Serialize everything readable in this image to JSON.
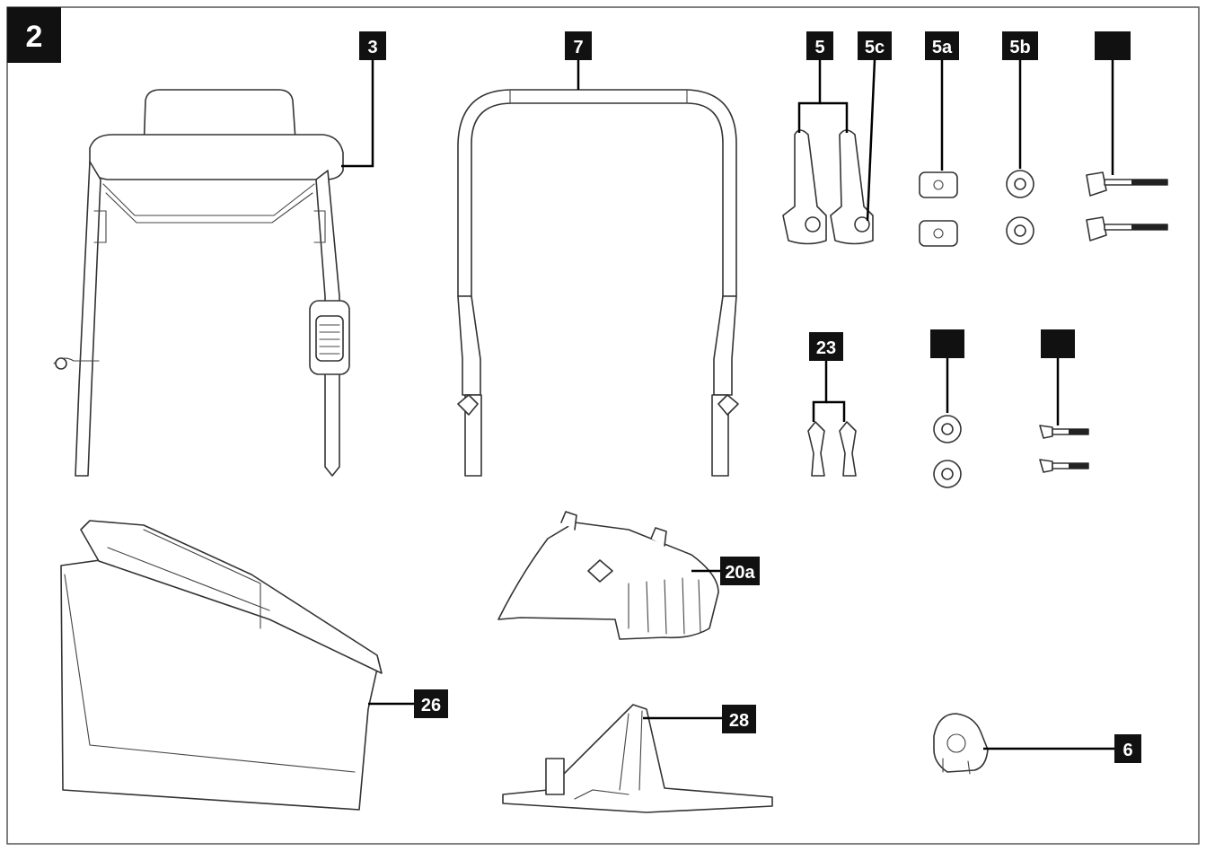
{
  "figure": {
    "number": "2"
  },
  "labels": [
    {
      "id": "3",
      "text": "3"
    },
    {
      "id": "7",
      "text": "7"
    },
    {
      "id": "5",
      "text": "5"
    },
    {
      "id": "5c",
      "text": "5c"
    },
    {
      "id": "5a",
      "text": "5a"
    },
    {
      "id": "5b",
      "text": "5b"
    },
    {
      "id": "knob-bolt",
      "text": ""
    },
    {
      "id": "23",
      "text": "23"
    },
    {
      "id": "washer",
      "text": ""
    },
    {
      "id": "bolt",
      "text": ""
    },
    {
      "id": "20a",
      "text": "20a"
    },
    {
      "id": "26",
      "text": "26"
    },
    {
      "id": "28",
      "text": "28"
    },
    {
      "id": "6",
      "text": "6"
    }
  ],
  "colors": {
    "label_bg": "#111111",
    "label_text": "#ffffff",
    "line": "#333333",
    "border": "#555555"
  }
}
